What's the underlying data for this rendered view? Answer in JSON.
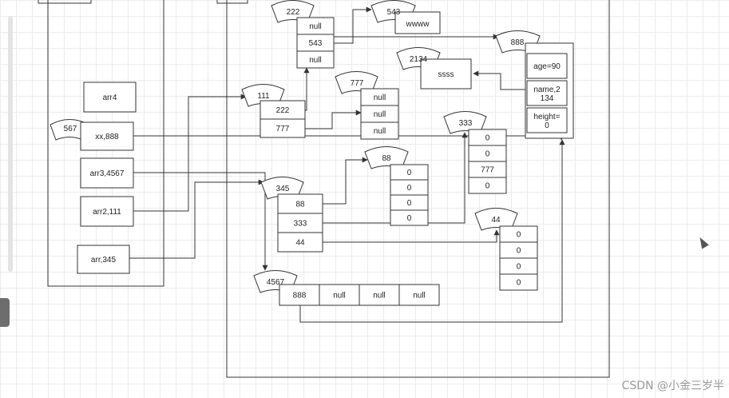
{
  "stack": {
    "arr4": "arr4",
    "xx": "xx,888",
    "xx_tag": "567",
    "arr3": "arr3,4567",
    "arr2": "arr2,111",
    "arr": "arr,345"
  },
  "heap": {
    "a222": {
      "tag": "222",
      "cells": [
        "null",
        "543",
        "null"
      ]
    },
    "a543": {
      "tag": "543",
      "value": "wwww"
    },
    "a2134": {
      "tag": "2134",
      "value": "ssss"
    },
    "a111": {
      "tag": "111",
      "cells": [
        "222",
        "777"
      ]
    },
    "a777": {
      "tag": "777",
      "cells": [
        "null",
        "null",
        "null"
      ]
    },
    "a888": {
      "tag": "888",
      "cells": [
        "age=90",
        "name,2\n134",
        "height=\n0"
      ]
    },
    "a333": {
      "tag": "333",
      "cells": [
        "0",
        "0",
        "777",
        "0"
      ]
    },
    "a88": {
      "tag": "88",
      "cells": [
        "0",
        "0",
        "0",
        "0"
      ]
    },
    "a345": {
      "tag": "345",
      "cells": [
        "88",
        "333",
        "44"
      ]
    },
    "a44": {
      "tag": "44",
      "cells": [
        "0",
        "0",
        "0",
        "0"
      ]
    },
    "a4567": {
      "tag": "4567",
      "cells": [
        "888",
        "null",
        "null",
        "null"
      ]
    }
  },
  "watermark": "CSDN @小金三岁半",
  "colors": {
    "stroke": "#333333",
    "grid": "#ececec",
    "background": "#ffffff"
  }
}
